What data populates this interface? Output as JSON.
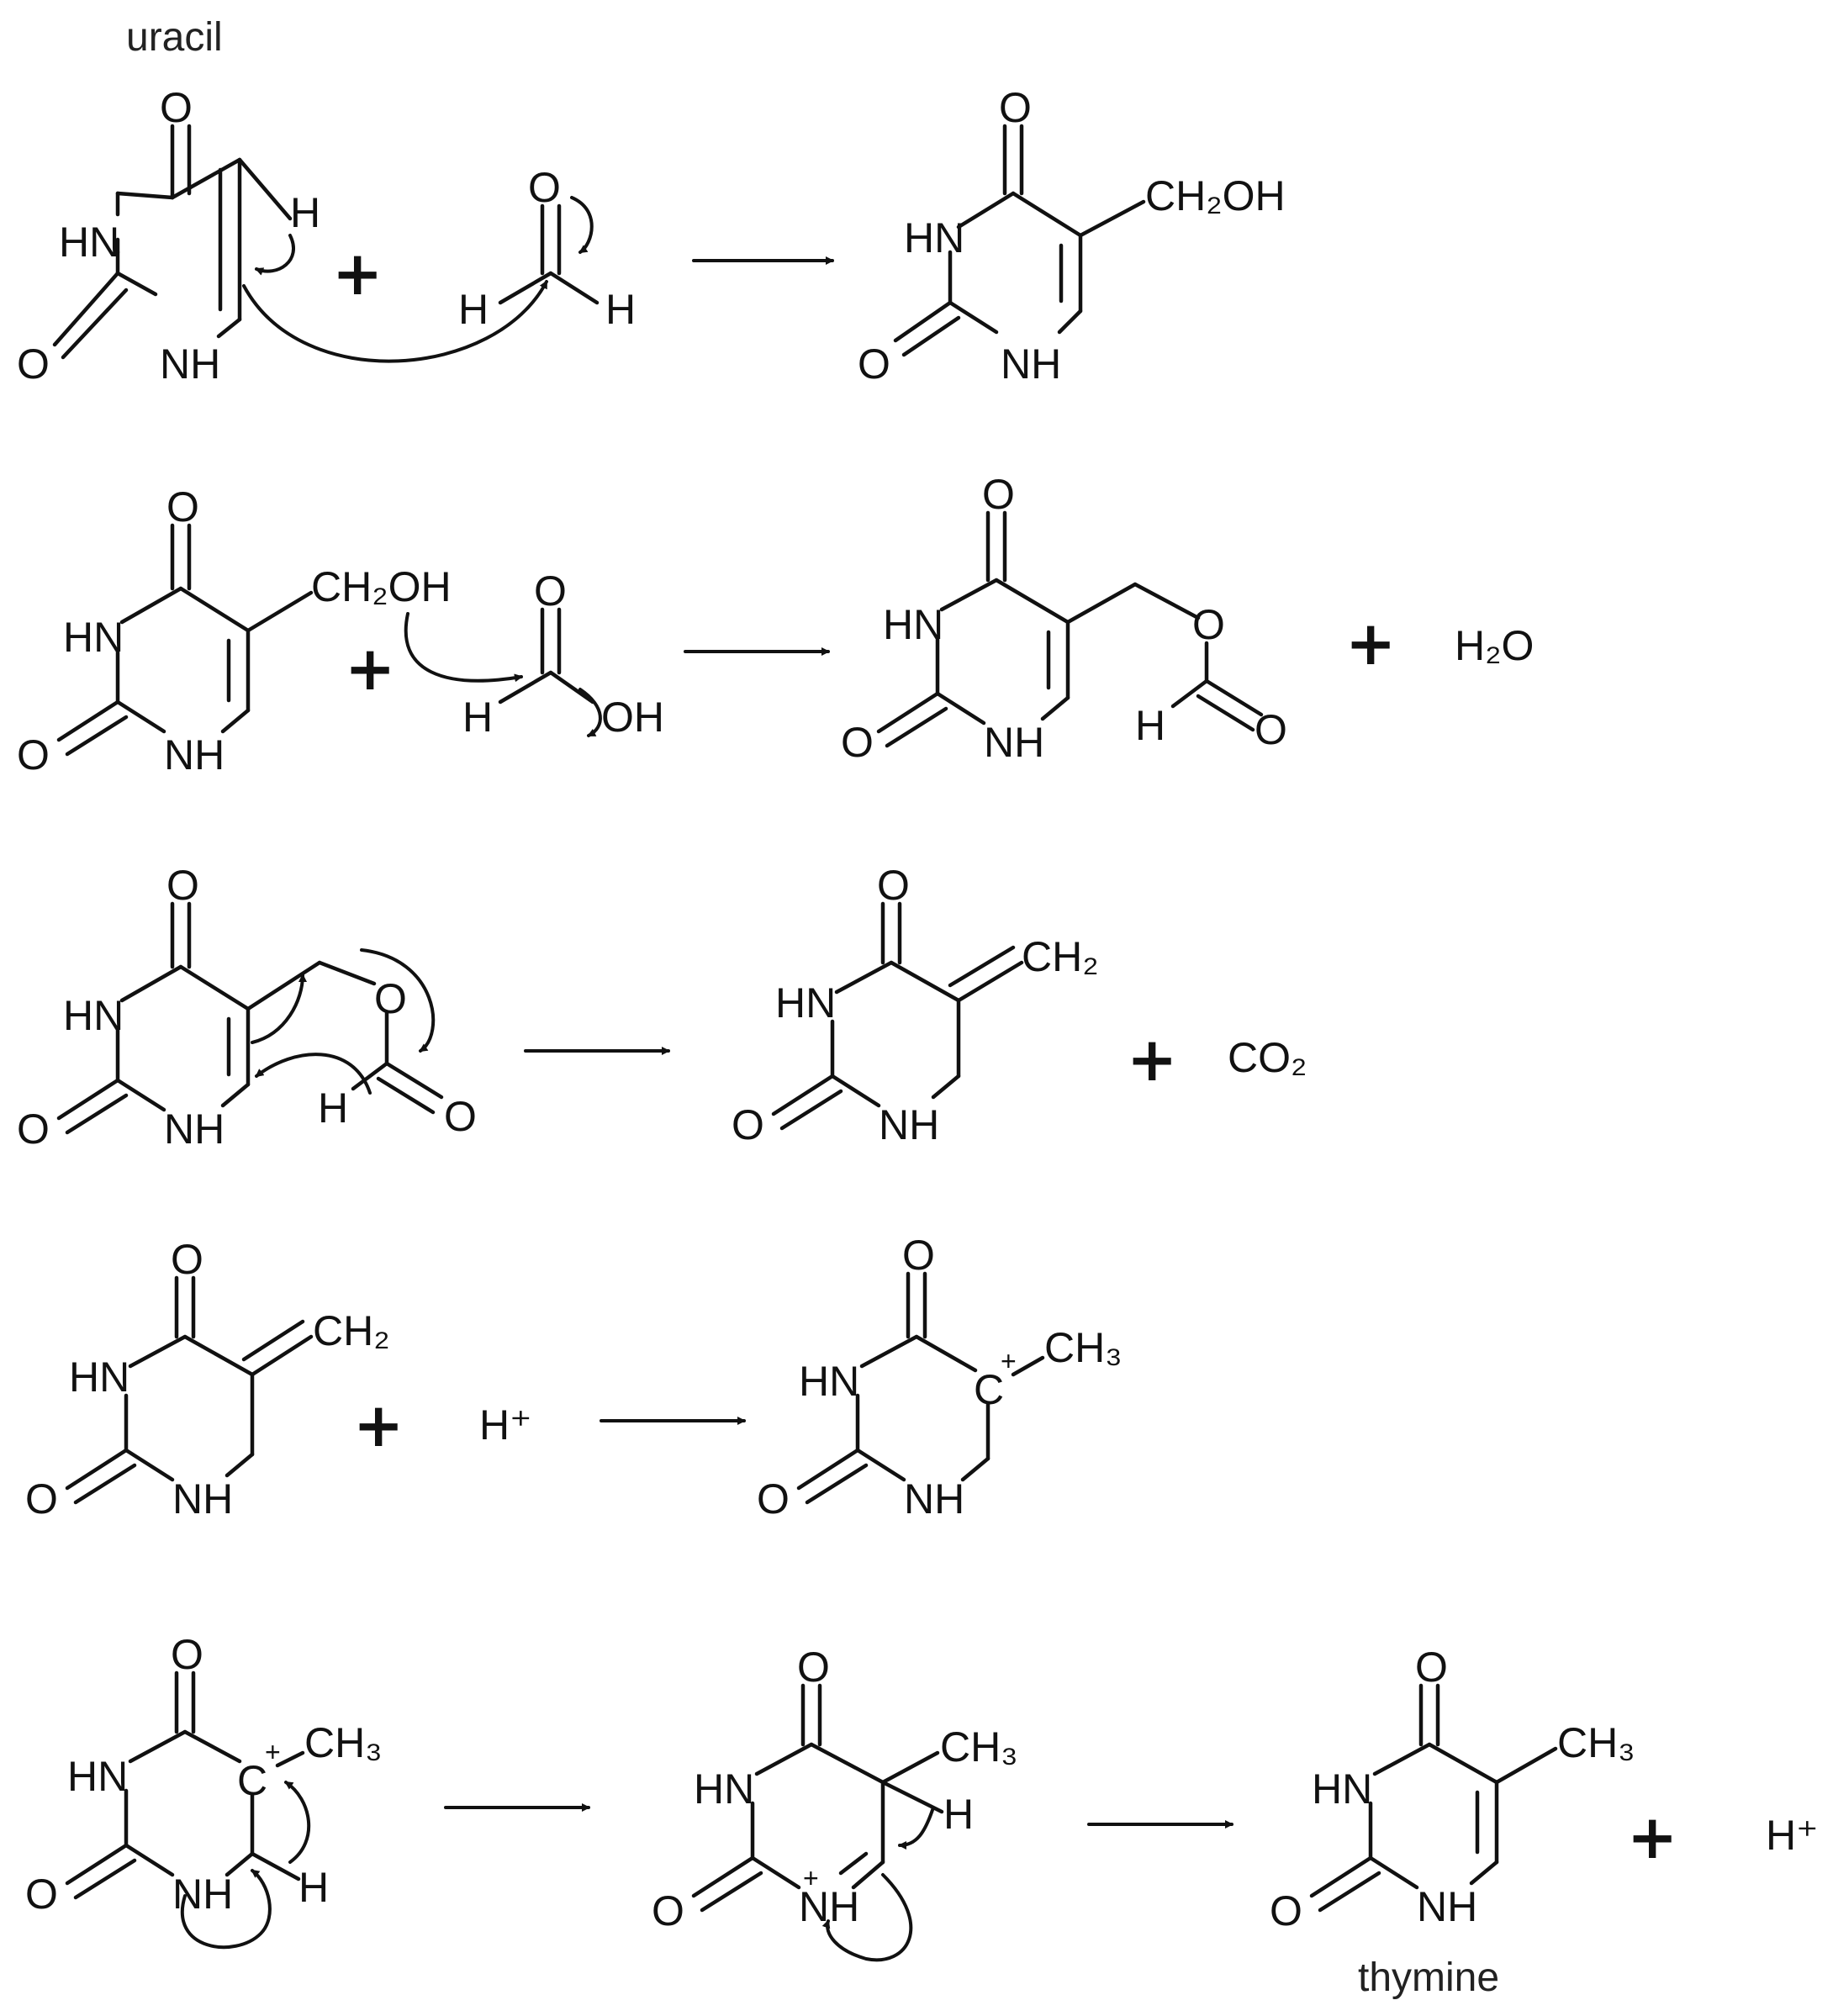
{
  "labels": {
    "uracil": "uracil",
    "thymine": "thymine"
  },
  "atoms": {
    "O": "O",
    "HN": "HN",
    "NH": "NH",
    "H": "H",
    "C": "C",
    "CH2OH": "CH₂OH",
    "OH": "OH",
    "CH2": "CH₂",
    "CH3": "CH₃",
    "H2O": "H₂O",
    "CO2": "CO₂",
    "H_plus": "H⁺",
    "charge_plus": "+"
  },
  "operators": {
    "plus": "+"
  },
  "colors": {
    "ink": "#111111",
    "background": "#ffffff"
  }
}
